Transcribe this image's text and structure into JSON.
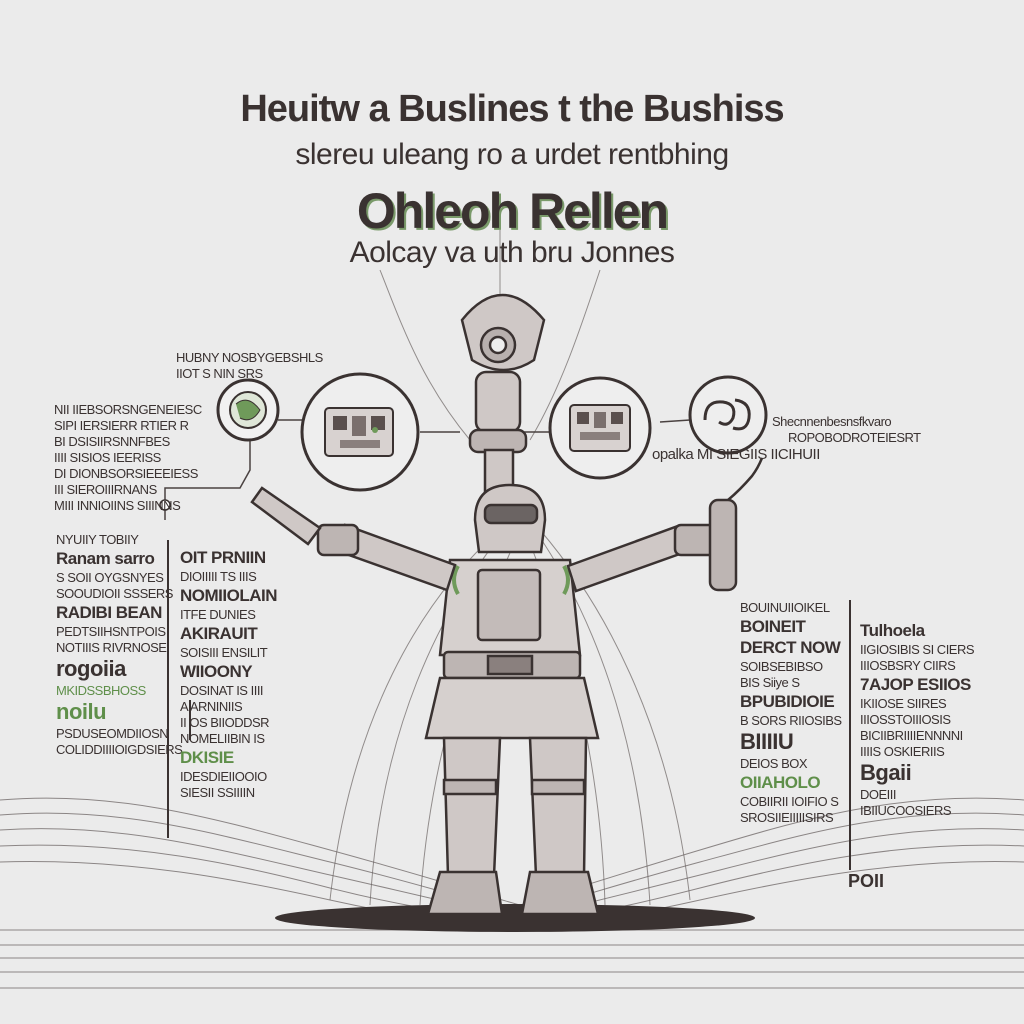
{
  "header": {
    "title": "Heuitw a Buslines t the Bushiss",
    "subtitle": "slereu uleang ro a urdet rentbhing",
    "heading": "Ohleoh Rellen",
    "tagline": "Aolcay va uth bru Jonnes"
  },
  "top_label": {
    "line1": "HUBNY NOSBYGEBSHLS",
    "line2": "IIOT S NIN SRS"
  },
  "left_top_panel": {
    "rows": [
      "NII IIEBSORSNGENEIESC",
      "SIPI IERSIERR RTIER R",
      "BI DSISIIRSNNFBES",
      "IIII SISIOS IEERISS",
      "DI DIONBSORSIEEEIESS",
      "III SIEROIIIRNANS",
      "MIII INNIOIINS SIIINNS"
    ]
  },
  "left_col1": {
    "rows": [
      "NYUIIY TOBIIY",
      "Ranam sarro",
      "S SOII OYGSNYES",
      "SOOUDIOII SSSERS",
      "RADIBI BEAN",
      "PEDTSIIHSNTPOIS",
      "NOTIIIS RIVRNOSE",
      "rogoiia",
      "MKIDSSBHOSS",
      "noilu",
      "PSDUSEOMDIIOSN",
      "COLIDDIIIIOIGDSIERS"
    ]
  },
  "left_col2": {
    "rows": [
      "OIT PRNIIN",
      "DIOIIIII TS IIIS",
      "NOMIIOLAIN",
      "ITFE DUNIES",
      "AKIRAUIT",
      "SOISIII ENSILIT",
      "WIIOONY",
      "DOSINAT IS IIII",
      "A ARNINIIS",
      "II OS BIIODDSR",
      "NOMELIIBIN IS",
      "DKISIE",
      "IDESDIEIIOOIO",
      "SIESII SSIIIIN"
    ]
  },
  "right_top_panel": {
    "line1": "Shecnnenbesnsfkvaro",
    "line2": "ROPOBODROTEIESRT",
    "line3": "opalka MI SIEGIIS IICIHUII"
  },
  "right_col1": {
    "rows": [
      "BOUINUIIOIKEL",
      "BOINEIT",
      "DERCT NOW",
      "SOIBSEBIBSO",
      "BIS Siiye S",
      "BPUBIDIOIE",
      "B SORS RIIOSIBS",
      "BIIIIU",
      "DEIOS BOX",
      "OIIAHOLO",
      "COBIIRII IOIFIO S",
      "SROSIIEIIIIISIRS"
    ]
  },
  "right_col2": {
    "rows": [
      "Tulhoela",
      "IIGIOSIBIS SI CIERS",
      "IIIOSBSRY CIIRS",
      "7AJOP ESIIOS",
      "IKIIOSE SIIRES",
      "IIIOSSTOIIIOSIS",
      "BICIIBRIIIIENNNNI",
      "IIIIS OSKIERIIS",
      "Bgaii",
      "DOEIII",
      "IBIIUCOOSIERS"
    ]
  },
  "bottom_label": "POII",
  "colors": {
    "background": "#ebebeb",
    "ink": "#3a3231",
    "accent_green": "#5f8f4a"
  }
}
